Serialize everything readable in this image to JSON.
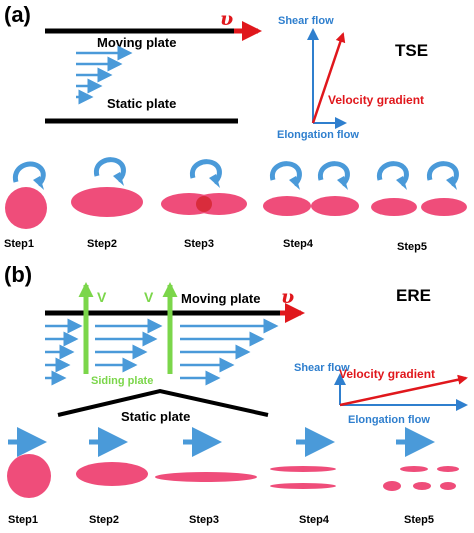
{
  "panel_a": {
    "label": "(a)",
    "moving_plate": "Moving plate",
    "static_plate": "Static plate",
    "velocity_symbol": "υ",
    "mode": "TSE",
    "shear_flow": "Shear flow",
    "velocity_gradient": "Velocity gradient",
    "elongation_flow": "Elongation flow",
    "steps": [
      "Step1",
      "Step2",
      "Step3",
      "Step4",
      "Step5"
    ]
  },
  "panel_b": {
    "label": "(b)",
    "moving_plate": "Moving plate",
    "static_plate": "Static plate",
    "sliding_plate": "Siding plate",
    "velocity_symbol": "υ",
    "v_left": "V",
    "v_right": "V",
    "mode": "ERE",
    "shear_flow": "Shear flow",
    "velocity_gradient": "Velocity gradient",
    "elongation_flow": "Elongation flow",
    "steps": [
      "Step1",
      "Step2",
      "Step3",
      "Step4",
      "Step5"
    ]
  },
  "colors": {
    "plate": "#000000",
    "velocity_arrow": "#e0171c",
    "flow_arrow": "#4a9ad9",
    "droplet": "#ef4d7a",
    "sliding_arrow": "#7bd64a",
    "shear_axis": "#2f7fce"
  }
}
